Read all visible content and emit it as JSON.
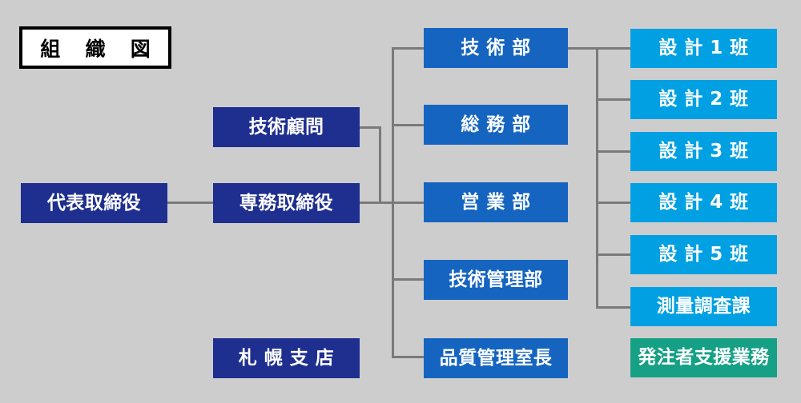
{
  "diagram": {
    "title": "組 織 図",
    "background_color": "#cdcdcd",
    "line_color": "#7a7a7a",
    "colors": {
      "executive_navy": "#1f2f8f",
      "department_blue": "#1565c0",
      "team_light_blue": "#00a0e3",
      "support_teal": "#16a085",
      "title_border": "#000000",
      "title_fill": "#ffffff"
    },
    "nodes": {
      "representative_director": "代表取締役",
      "senior_managing_director": "専務取締役",
      "technical_advisor": "技術顧問",
      "sapporo_branch": "札 幌 支 店",
      "engineering_dept": "技 術 部",
      "general_affairs_dept": "総 務 部",
      "sales_dept": "営 業 部",
      "technical_management_dept": "技術管理部",
      "quality_control_manager": "品質管理室長",
      "design_team_1": "設 計 1 班",
      "design_team_2": "設 計 2 班",
      "design_team_3": "設 計 3 班",
      "design_team_4": "設 計 4 班",
      "design_team_5": "設 計 5 班",
      "survey_section": "測量調査課",
      "client_support_services": "発注者支援業務"
    }
  }
}
